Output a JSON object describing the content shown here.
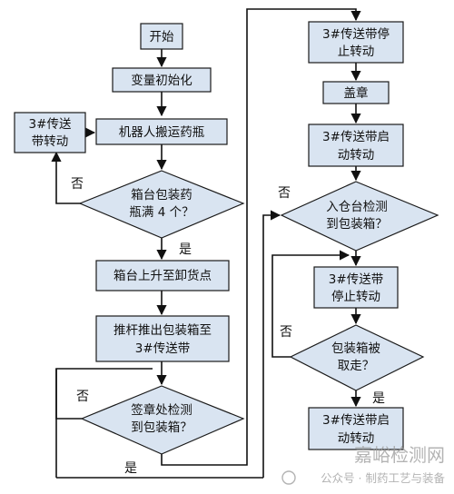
{
  "nodes": {
    "start": "开始",
    "init": "变量初始化",
    "conveyor_left": [
      "3#传送",
      "带转动"
    ],
    "robot": "机器人搬运药瓶",
    "full_check": [
      "箱台包装药",
      "瓶满 4 个？"
    ],
    "lift": "箱台上升至卸货点",
    "push": [
      "推杆推出包装箱至",
      "3#传送带"
    ],
    "seal_check": [
      "签章处检测",
      "到包装箱？"
    ],
    "stop1": [
      "3#传送带停",
      "止转动"
    ],
    "stamp": "盖章",
    "start2": [
      "3#传送带启",
      "动转动"
    ],
    "warehouse_check": [
      "入仓台检测",
      "到包装箱？"
    ],
    "stop2": [
      "3#传送带",
      "停止转动"
    ],
    "taken_check": [
      "包装箱被",
      "取走？"
    ],
    "start3": [
      "3#传送带启",
      "动转动"
    ]
  },
  "labels": {
    "no": "否",
    "yes": "是"
  },
  "watermark": {
    "site": "嘉峪检测网",
    "account": "公众号 · 制药工艺与装备"
  }
}
